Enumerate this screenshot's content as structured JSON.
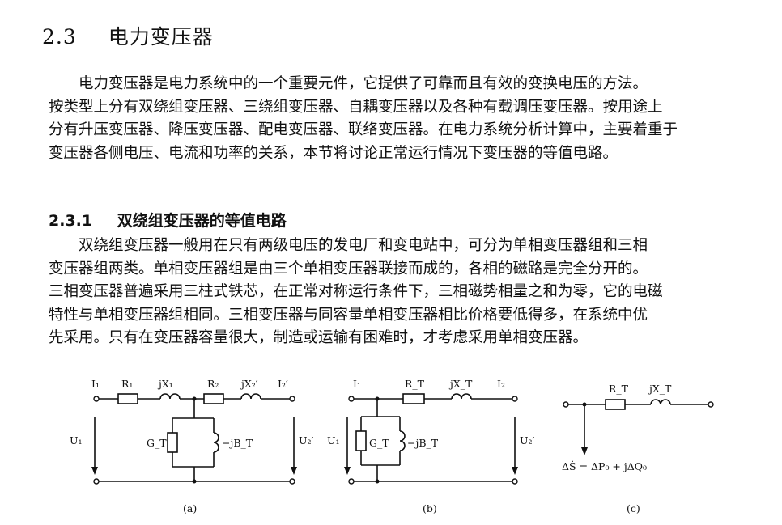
{
  "section": {
    "number": "2.3",
    "title": "电力变压器"
  },
  "paragraph1": [
    "电力变压器是电力系统中的一个重要元件，它提供了可靠而且有效的变换电压的方法。",
    "按类型上分有双绕组变压器、三绕组变压器、自耦变压器以及各种有载调压变压器。按用途上",
    "分有升压变压器、降压变压器、配电变压器、联络变压器。在电力系统分析计算中，主要着重于",
    "变压器各侧电压、电流和功率的关系，本节将讨论正常运行情况下变压器的等值电路。"
  ],
  "subsection": {
    "number": "2.3.1",
    "title": "双绕组变压器的等值电路"
  },
  "paragraph2": [
    "双绕组变压器一般用在只有两级电压的发电厂和变电站中，可分为单相变压器组和三相",
    "变压器组两类。单相变压器组是由三个单相变压器联接而成的，各相的磁路是完全分开的。",
    "三相变压器普遍采用三柱式铁芯，在正常对称运行条件下，三相磁势相量之和为零，它的电磁",
    "特性与单相变压器组相同。三相变压器与同容量单相变压器相比价格要低得多，在系统中优",
    "先采用。只有在变压器容量很大，制造或运输有困难时，才考虑采用单相变压器。"
  ],
  "figure": {
    "a": {
      "caption": "(a)",
      "I1": "I₁",
      "R1": "R₁",
      "X1": "jX₁",
      "R2": "R₂",
      "X2": "jX₂′",
      "I2": "I₂′",
      "U1": "U₁",
      "U2": "U₂′",
      "G": "G_T",
      "B": "−jB_T"
    },
    "b": {
      "caption": "(b)",
      "I1": "I₁",
      "R": "R_T",
      "X": "jX_T",
      "I2": "I₂",
      "U1": "U₁",
      "U2": "U₂′",
      "G": "G_T",
      "B": "−jB_T"
    },
    "c": {
      "caption": "(c)",
      "R": "R_T",
      "X": "jX_T",
      "dS": "ΔṠ = ΔP₀ + jΔQ₀"
    }
  }
}
